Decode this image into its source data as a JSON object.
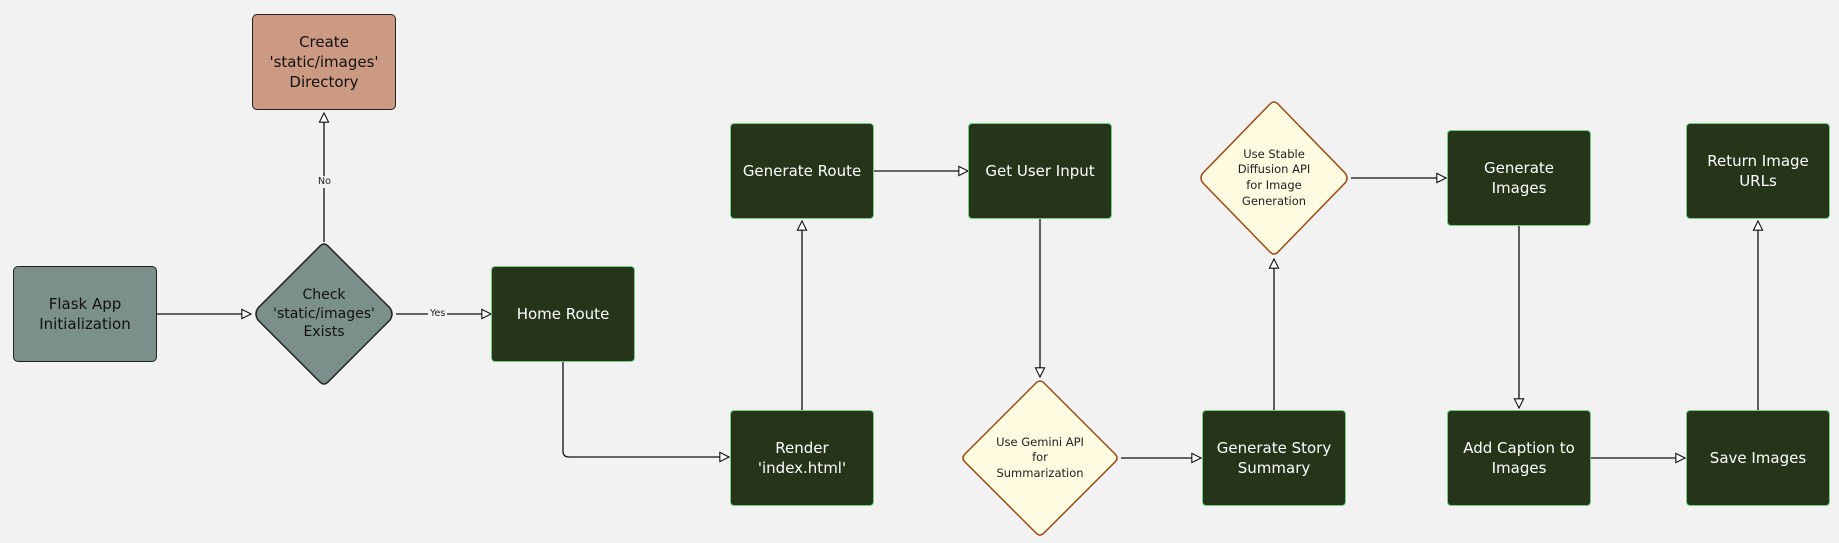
{
  "nodes": {
    "flask_init": "Flask App Initialization",
    "check_exists": "Check 'static/images' Exists",
    "create_dir": "Create 'static/images' Directory",
    "home_route": "Home Route",
    "render_index": "Render 'index.html'",
    "generate_route": "Generate Route",
    "get_user_input": "Get User Input",
    "gemini_api": "Use Gemini API for Summarization",
    "story_summary": "Generate Story Summary",
    "stable_diffusion": "Use Stable Diffusion API for Image Generation",
    "generate_images": "Generate Images",
    "add_caption": "Add Caption to Images",
    "save_images": "Save Images",
    "return_urls": "Return Image URLs"
  },
  "edge_labels": {
    "no": "No",
    "yes": "Yes"
  },
  "colors": {
    "background": "#f2f2f2",
    "process_fill": "#263519",
    "process_border": "#6fcf7e",
    "grey_fill": "#7b8f8b",
    "salmon_fill": "#cc9a82",
    "decision_fill": "#fffbe0",
    "decision_border": "#9a4a12",
    "edge": "#111111"
  }
}
